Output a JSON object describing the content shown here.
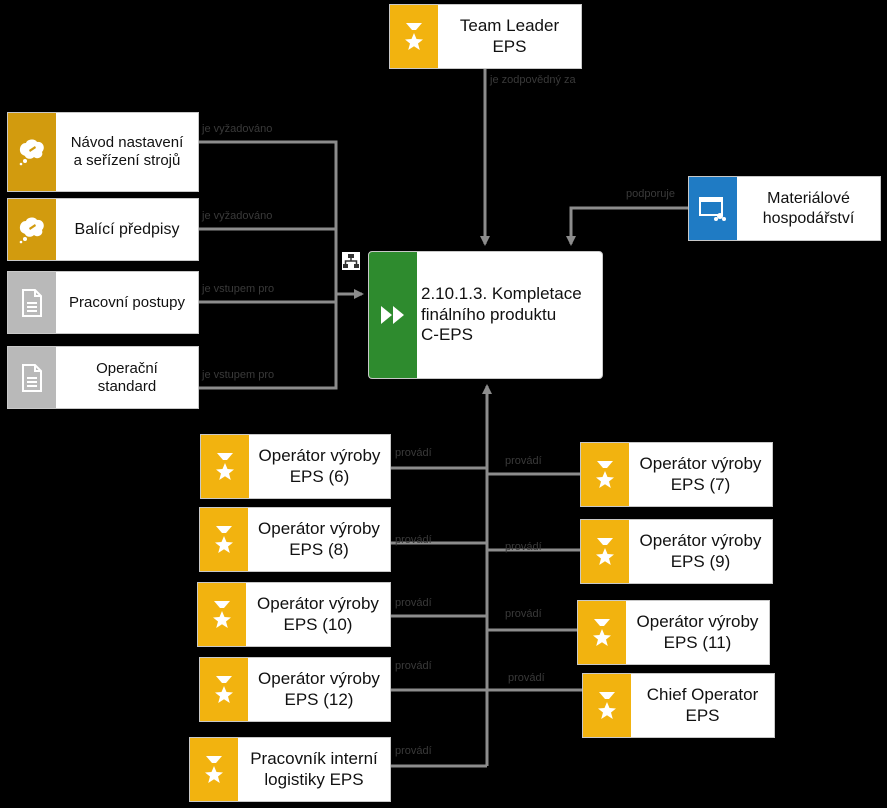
{
  "process": {
    "label": "2.10.1.3. Kompletace\nfinálního produktu\nC-EPS"
  },
  "inputs": [
    {
      "id": "navod",
      "label": "Návod nastavení\na seřízení strojů",
      "type": "knowledge",
      "edge_label": "je vyžadováno"
    },
    {
      "id": "balici",
      "label": "Balící předpisy",
      "type": "knowledge",
      "edge_label": "je vyžadováno"
    },
    {
      "id": "postupy",
      "label": "Pracovní postupy",
      "type": "document",
      "edge_label": "je vstupem pro"
    },
    {
      "id": "standard",
      "label": "Operační\nstandard",
      "type": "document",
      "edge_label": "je vstupem pro"
    }
  ],
  "top_role": {
    "label": "Team Leader\nEPS",
    "edge_label": "je zodpovědný za"
  },
  "system": {
    "label": "Materiálové\nhospodářství",
    "edge_label": "podporuje"
  },
  "roles": [
    {
      "id": "op6",
      "label": "Operátor výroby\nEPS (6)",
      "edge_label": "provádí"
    },
    {
      "id": "op7",
      "label": "Operátor výroby\nEPS (7)",
      "edge_label": "provádí"
    },
    {
      "id": "op8",
      "label": "Operátor výroby\nEPS (8)",
      "edge_label": "provádí"
    },
    {
      "id": "op9",
      "label": "Operátor výroby\nEPS (9)",
      "edge_label": "provádí"
    },
    {
      "id": "op10",
      "label": "Operátor výroby\nEPS (10)",
      "edge_label": "provádí"
    },
    {
      "id": "op11",
      "label": "Operátor výroby\nEPS (11)",
      "edge_label": "provádí"
    },
    {
      "id": "op12",
      "label": "Operátor výroby\nEPS (12)",
      "edge_label": "provádí"
    },
    {
      "id": "chief",
      "label": "Chief Operator\nEPS",
      "edge_label": "provádí"
    },
    {
      "id": "logistika",
      "label": "Pracovník interní\nlogistiky EPS",
      "edge_label": "provádí"
    }
  ],
  "colors": {
    "role": "#f2b30f",
    "knowledge": "#d29b0e",
    "document": "#b9b9b9",
    "system": "#1f7bc4",
    "process": "#2e8b2e",
    "connector": "#8c8c8c"
  },
  "icons": {
    "role": "role-star-icon",
    "knowledge": "knowledge-bubble-icon",
    "document": "document-icon",
    "system": "application-window-icon",
    "process": "fast-forward-icon",
    "hierarchy": "hierarchy-icon"
  }
}
